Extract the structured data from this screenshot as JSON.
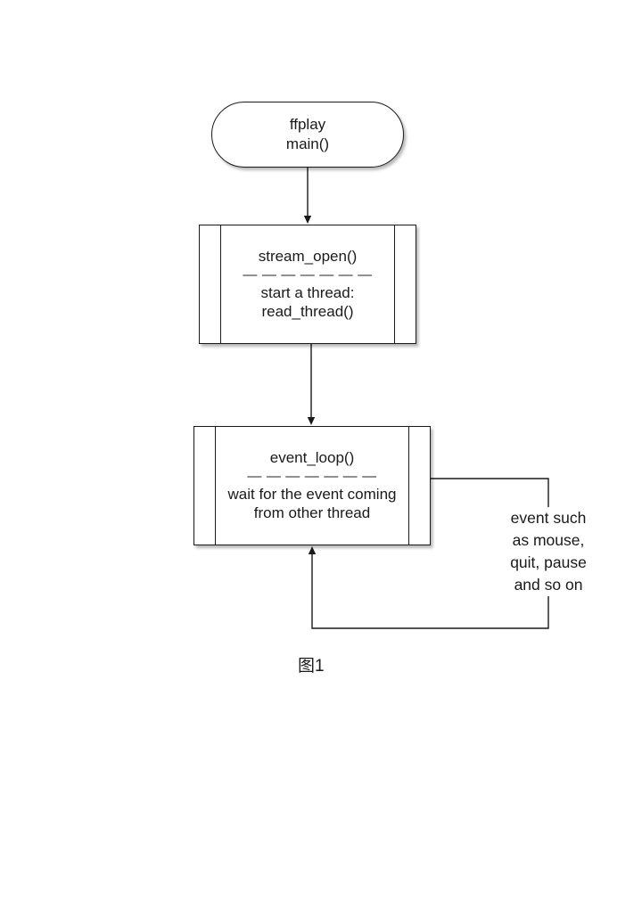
{
  "colors": {
    "line": "#1a1a1a",
    "background": "#ffffff"
  },
  "start_node": {
    "line1": "ffplay",
    "line2": "main()"
  },
  "stream_open_node": {
    "title": "stream_open()",
    "divider": "— — — — — — —",
    "body_line1": "start a thread:",
    "body_line2": "read_thread()"
  },
  "event_loop_node": {
    "title": "event_loop()",
    "divider": "— — — — — — —",
    "body_line1": "wait for the event coming",
    "body_line2": "from other thread"
  },
  "loop_annotation": {
    "line1": "event such",
    "line2": "as mouse,",
    "line3": "quit, pause",
    "line4": "and so on"
  },
  "caption": {
    "label": "图1"
  }
}
